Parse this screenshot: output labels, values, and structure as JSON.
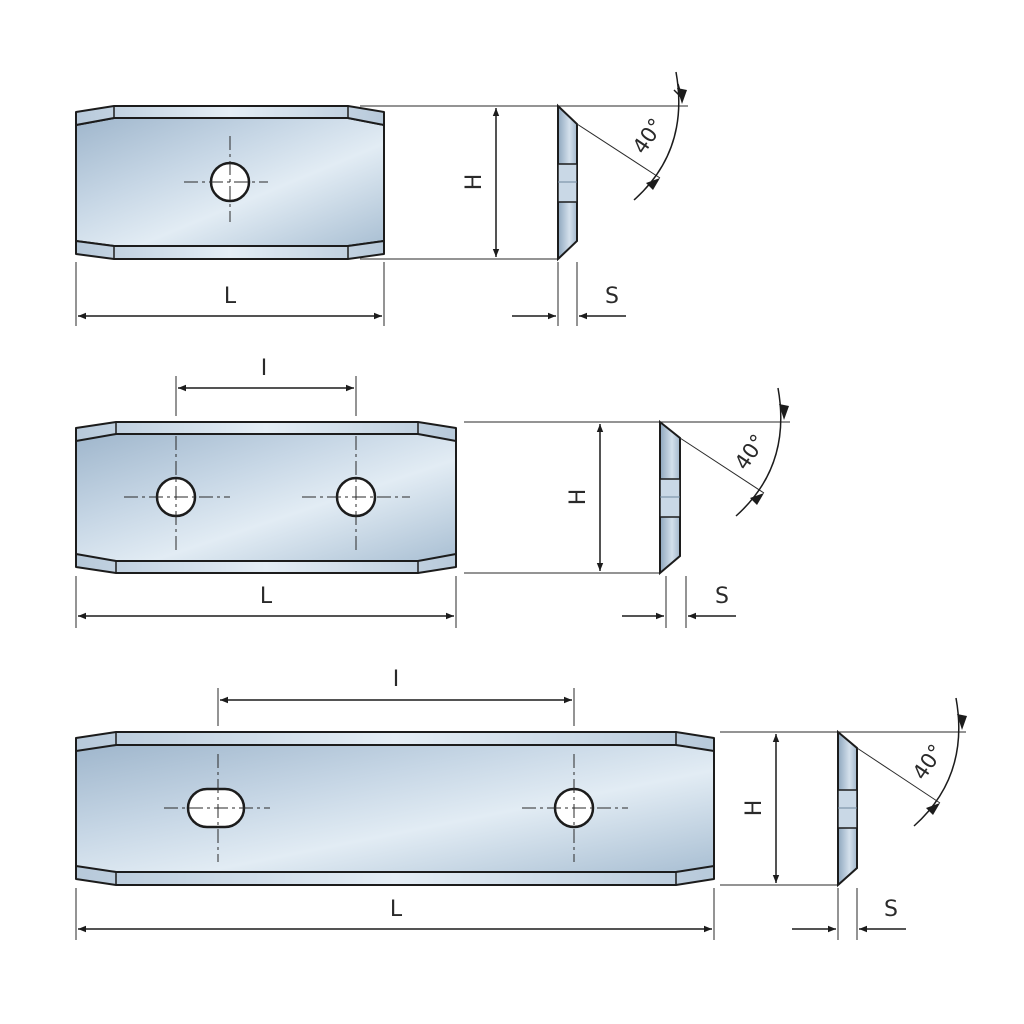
{
  "colors": {
    "steel_light": "#dbe6f0",
    "steel_mid": "#b4c8db",
    "steel_dark": "#8aa2ba",
    "bevel": "#c9d8e6",
    "outline": "#1c1c1c",
    "line": "#2a2a2a"
  },
  "labels": {
    "length": "L",
    "height": "H",
    "thickness": "S",
    "hole_spacing": "I",
    "angle": "40°"
  }
}
